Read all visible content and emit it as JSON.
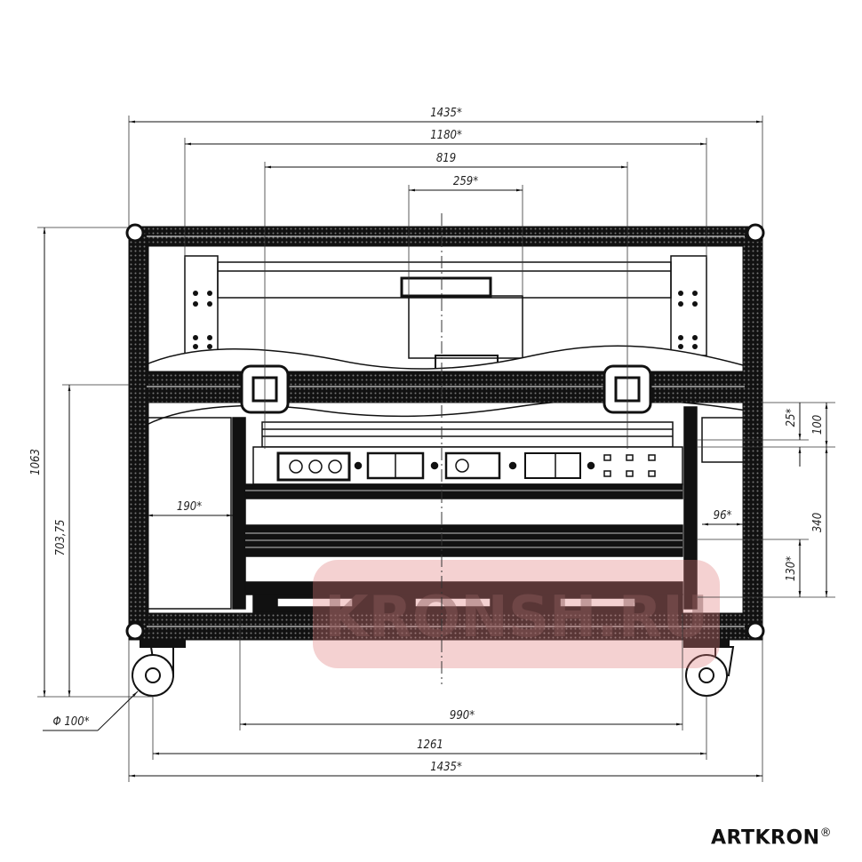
{
  "drawing": {
    "dimensions": {
      "top_overall": "1435*",
      "top_inner": "1180*",
      "monitor_mount_span": "819",
      "monitor_bracket": "259*",
      "bottom_inner": "990*",
      "wheel_base": "1261",
      "bottom_overall": "1435*",
      "overall_height": "1063",
      "middle_bar_height": "703,75",
      "side_gap_left": "190*",
      "side_gap_right": "96*",
      "rack_top_offset": "25*",
      "rack_panel": "100",
      "rack_body": "340",
      "rack_bottom": "130*",
      "wheel_diameter": "Φ 100*"
    },
    "watermark": "KRONSH.RU",
    "colors": {
      "line": "#111111",
      "watermark": "#e07a7a"
    }
  },
  "brand": {
    "name": "ARTKRON",
    "mark": "®"
  }
}
